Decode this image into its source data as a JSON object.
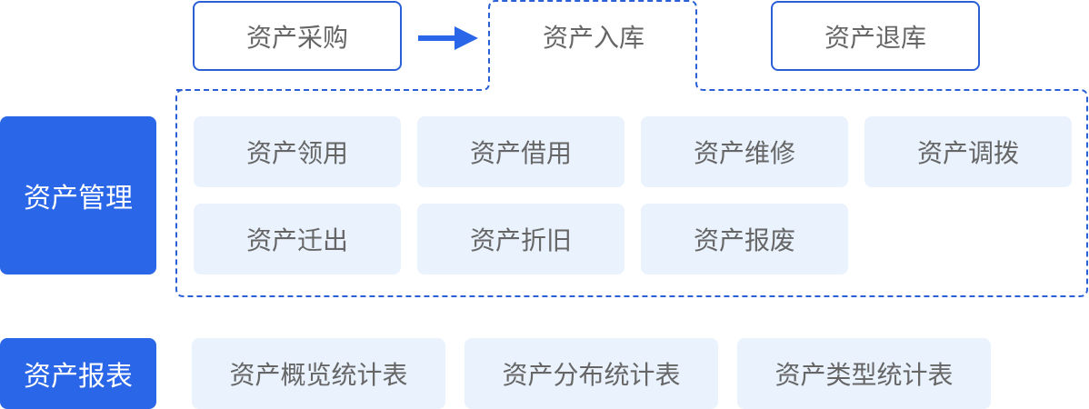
{
  "flow": {
    "purchase": "资产采购",
    "inbound": "资产入库",
    "return": "资产退库"
  },
  "management": {
    "label": "资产管理",
    "items": [
      "资产领用",
      "资产借用",
      "资产维修",
      "资产调拨",
      "资产迁出",
      "资产折旧",
      "资产报废"
    ]
  },
  "reports": {
    "label": "资产报表",
    "items": [
      "资产概览统计表",
      "资产分布统计表",
      "资产类型统计表"
    ]
  },
  "colors": {
    "accent": "#2a66e8",
    "border": "#2a5fd6",
    "tile_bg": "#e9f2fd",
    "text": "#666666"
  }
}
